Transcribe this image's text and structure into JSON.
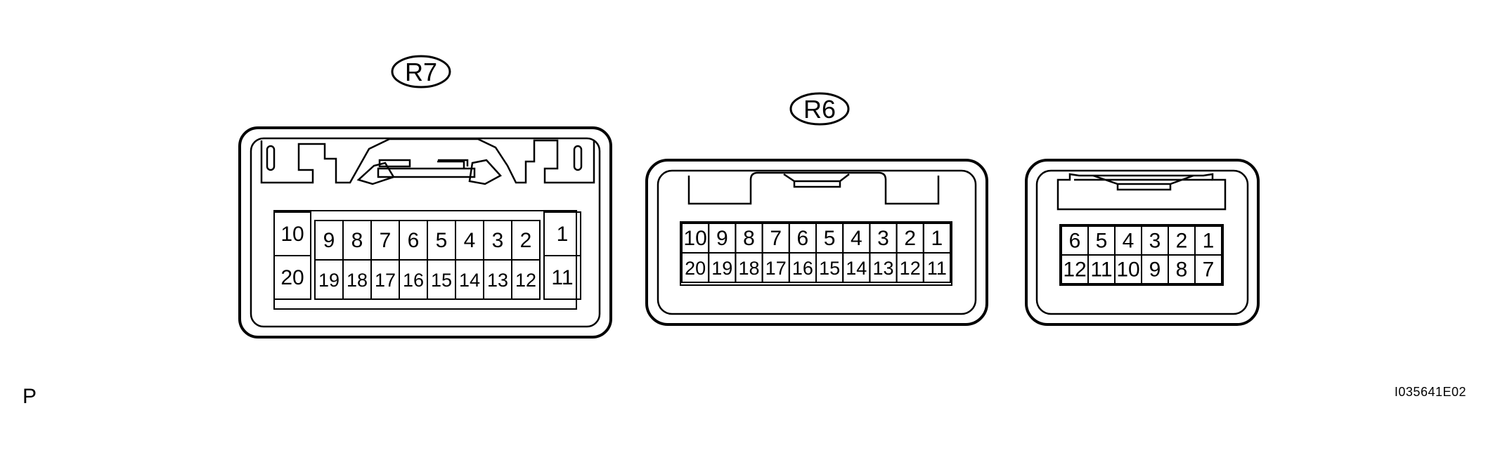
{
  "labels": {
    "r7": "R7",
    "r6": "R6",
    "corner_letter": "P",
    "reference_id": "I035641E02"
  },
  "connectors": {
    "r7": {
      "top_row": [
        "10",
        "9",
        "8",
        "7",
        "6",
        "5",
        "4",
        "3",
        "2",
        "1"
      ],
      "bottom_row": [
        "20",
        "19",
        "18",
        "17",
        "16",
        "15",
        "14",
        "13",
        "12",
        "11"
      ]
    },
    "r6_large": {
      "top_row": [
        "10",
        "9",
        "8",
        "7",
        "6",
        "5",
        "4",
        "3",
        "2",
        "1"
      ],
      "bottom_row": [
        "20",
        "19",
        "18",
        "17",
        "16",
        "15",
        "14",
        "13",
        "12",
        "11"
      ]
    },
    "r6_small": {
      "top_row": [
        "6",
        "5",
        "4",
        "3",
        "2",
        "1"
      ],
      "bottom_row": [
        "12",
        "11",
        "10",
        "9",
        "8",
        "7"
      ]
    }
  }
}
